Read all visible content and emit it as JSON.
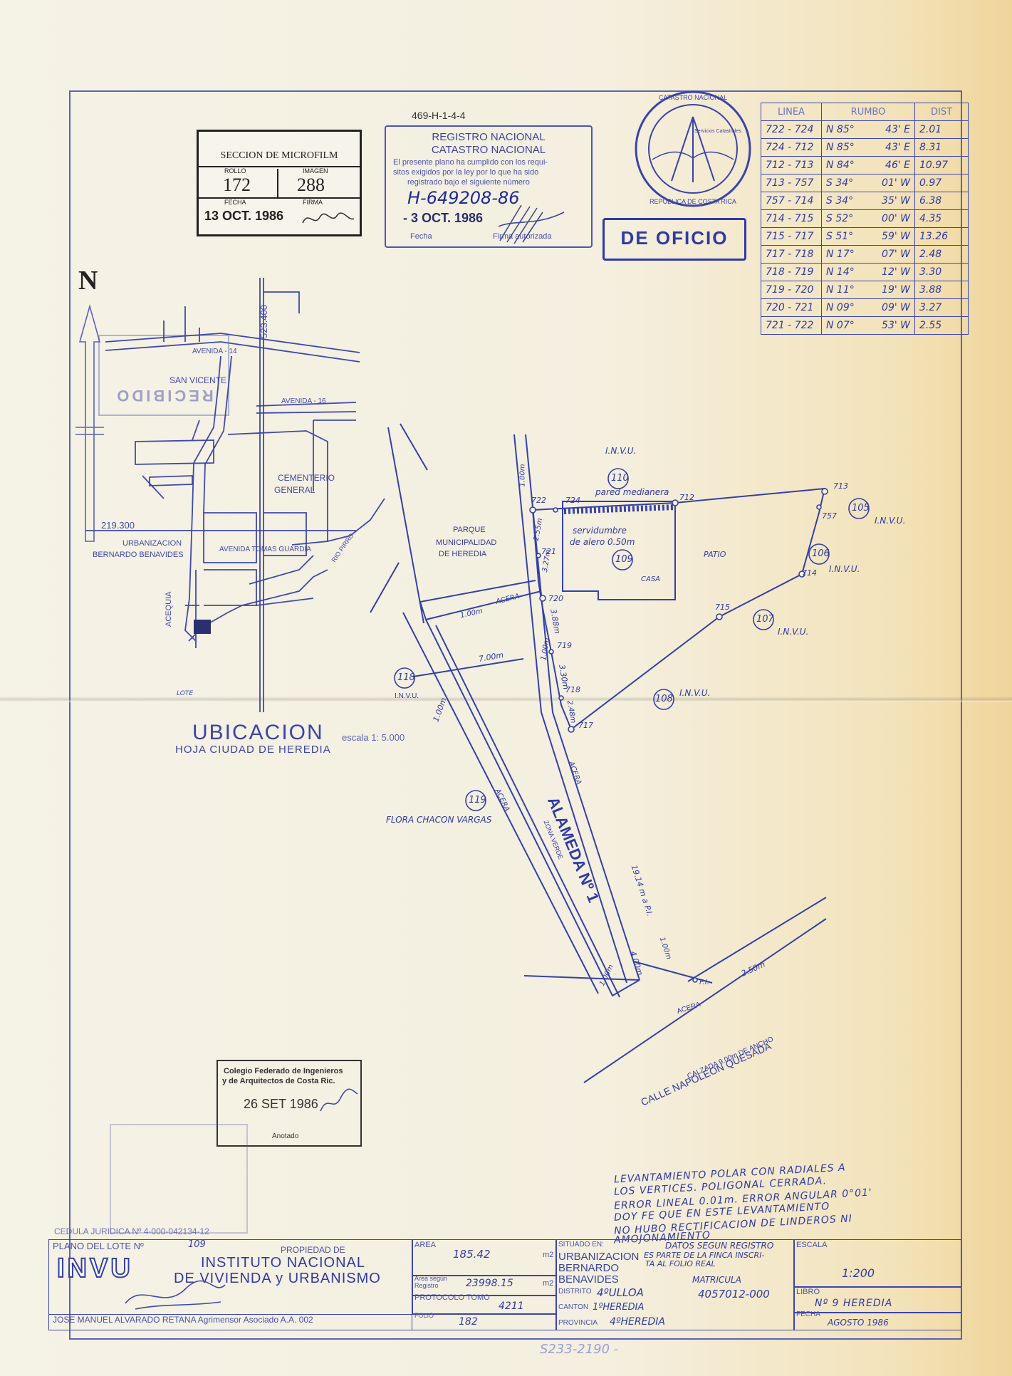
{
  "header": {
    "file_code": "469-H-1-4-4"
  },
  "microfilm_stamp": {
    "title": "SECCION DE MICROFILM",
    "rollo_label": "ROLLO",
    "imagen_label": "IMAGEN",
    "rollo": "172",
    "imagen": "288",
    "fecha_label": "FECHA",
    "firma_label": "FIRMA",
    "fecha": "13 OCT. 1986"
  },
  "registro_stamp": {
    "line1": "REGISTRO NACIONAL",
    "line2": "CATASTRO NACIONAL",
    "text1": "El presente plano ha cumplido con los requi-",
    "text2": "sitos exigidos por la ley por lo que ha sido",
    "text3": "registrado bajo el siguiente número",
    "number": "H-649208-86",
    "date": "- 3 OCT. 1986",
    "fecha_label": "Fecha",
    "firma_label": "Firma autorizada"
  },
  "seal": {
    "top": "CATASTRO NACIONAL",
    "bottom": "REPUBLICA DE COSTA RICA",
    "center": "Servicios Catastrales"
  },
  "de_oficio": "DE OFICIO",
  "rumbo_table": {
    "headers": [
      "LINEA",
      "RUMBO",
      "DIST"
    ],
    "rows": [
      [
        "722 - 724",
        "N 85°",
        "43' E",
        "2.01"
      ],
      [
        "724 - 712",
        "N 85°",
        "43' E",
        "8.31"
      ],
      [
        "712 - 713",
        "N 84°",
        "46' E",
        "10.97"
      ],
      [
        "713 - 757",
        "S 34°",
        "01' W",
        "0.97"
      ],
      [
        "757 - 714",
        "S 34°",
        "35' W",
        "6.38"
      ],
      [
        "714 - 715",
        "S 52°",
        "00' W",
        "4.35"
      ],
      [
        "715 - 717",
        "S 51°",
        "59' W",
        "13.26"
      ],
      [
        "717 - 718",
        "N 17°",
        "07' W",
        "2.48"
      ],
      [
        "718 - 719",
        "N 14°",
        "12' W",
        "3.30"
      ],
      [
        "719 - 720",
        "N 11°",
        "19' W",
        "3.88"
      ],
      [
        "720 - 721",
        "N 09°",
        "09' W",
        "3.27"
      ],
      [
        "721 - 722",
        "N 07°",
        "53' W",
        "2.55"
      ]
    ]
  },
  "north_label": "N",
  "ubicacion": {
    "coord_y": "523.400",
    "coord_x": "219.300",
    "avenida_14": "AVENIDA - 14",
    "avenida_16": "AVENIDA - 16",
    "san_vicente": "SAN VICENTE",
    "cementerio": "CEMENTERIO",
    "general": "GENERAL",
    "urbanizacion": "URBANIZACION",
    "bernardo": "BERNARDO BENAVIDES",
    "avenida_tomas": "AVENIDA  TOMAS  GUARDIA",
    "acequia": "ACEQUIA",
    "rio": "RIO PIRRO",
    "lote": "LOTE",
    "title": "UBICACION",
    "scale": "escala 1: 5.000",
    "hoja": "HOJA CIUDAD DE HEREDIA",
    "recibido": "RECIBIDO"
  },
  "plan": {
    "invu_top": "I.N.V.U.",
    "lot_110": "110",
    "pared": "pared medianera",
    "v722": "722",
    "v724": "724",
    "v712": "712",
    "v713": "713",
    "v757": "757",
    "lot_105": "105",
    "invu_105": "I.N.V.U.",
    "servidumbre1": "servidumbre",
    "servidumbre2": "de alero 0.50m",
    "lot_109": "109",
    "casa": "CASA",
    "patio": "PATIO",
    "lot_106": "106",
    "invu_106": "I.N.V.U.",
    "v714": "714",
    "v715": "715",
    "lot_107": "107",
    "invu_107": "I.N.V.U.",
    "parque1": "PARQUE",
    "parque2": "MUNICIPALIDAD",
    "parque3": "DE HEREDIA",
    "v721": "721",
    "v720": "720",
    "v719": "719",
    "v718": "718",
    "v717": "717",
    "lot_108": "108",
    "invu_108": "I.N.V.U.",
    "lot_118": "118",
    "invu_118": "I.N.V.U.",
    "d_100m_top": "1.00m",
    "d_255": "2.55m",
    "d_327": "3.27m",
    "d_388": "3.88m",
    "d_100_mid": "1.00m",
    "d_330": "3.30m",
    "d_248": "2.48m",
    "d_700": "7.00m",
    "d_100_acera": "1.00m",
    "acera1": "ACERA",
    "d_100_left": "1.00m",
    "lot_119": "119",
    "flora": "FLORA CHACON VARGAS",
    "acera2": "ACERA",
    "acera3": "ACERA",
    "alameda": "ALAMEDA Nº 1",
    "zona_verde": "ZONA VERDE",
    "d_1914": "19.14 m a P.I.",
    "d_100_r": "1.00m",
    "d_400": "4.00m",
    "d_100_b": "1.00m",
    "pi": "P.I.",
    "d_250": "2.50m",
    "acera4": "ACERA",
    "calle": "CALLE NAPOLEON QUESADA",
    "calzada": "CALZADA 9.00m DE ANCHO"
  },
  "colegio_stamp": {
    "line1": "Colegio Federado de Ingenieros",
    "line2": "y de Arquitectos de Costa Ric.",
    "date": "26 SET 1986",
    "anotado": "Anotado"
  },
  "notes": [
    "LEVANTAMIENTO POLAR CON RADIALES A",
    "LOS VERTICES. POLIGONAL CERRADA.",
    "ERROR LINEAL 0.01m. ERROR ANGULAR 0°01'",
    "DOY FE QUE EN ESTE LEVANTAMIENTO",
    "NO HUBO RECTIFICACION DE LINDEROS NI",
    "AMOJONAMIENTO"
  ],
  "cedula": "CEDULA JURIDICA Nº 4-000-042134-12",
  "title_block": {
    "plano_label": "PLANO DEL LOTE Nº",
    "plano_num": "109",
    "propiedad_label": "PROPIEDAD DE",
    "invu_logo": "INVU",
    "inst1": "INSTITUTO NACIONAL",
    "inst2": "DE VIVIENDA y URBANISMO",
    "agrimensor": "JOSE MANUEL ALVARADO RETANA  Agrimensor Asociado A.A. 002",
    "area_label": "AREA",
    "area": "185.42",
    "m2": "m2",
    "area_reg_label1": "Area según",
    "area_reg_label2": "Registro",
    "area_reg": "23998.15",
    "m2b": "m2",
    "protocolo_label": "PROTOCOLO TOMO",
    "tomo": "4211",
    "folio_label": "FOLIO",
    "folio": "182",
    "situado_label": "SITUADO EN:",
    "situado1": "URBANIZACION",
    "situado2": "BERNARDO",
    "situado3": "BENAVIDES",
    "datos1": "DATOS SEGUN REGISTRO",
    "datos2": "ES PARTE DE LA FINCA INSCRI-",
    "datos3": "TA AL FOLIO REAL",
    "matricula_label": "MATRICULA",
    "distrito_label": "DISTRITO",
    "distrito": "4ºULLOA",
    "matricula": "4057012-000",
    "canton_label": "CANTON",
    "canton": "1ºHEREDIA",
    "provincia_label": "PROVINCIA",
    "provincia": "4ºHEREDIA",
    "escala_label": "ESCALA",
    "escala": "1:200",
    "libro_label": "LIBRO",
    "libro": "Nº 9   HEREDIA",
    "fecha_label": "FECHA",
    "fecha": "AGOSTO 1986"
  },
  "footer_code": "S233-2190 -"
}
